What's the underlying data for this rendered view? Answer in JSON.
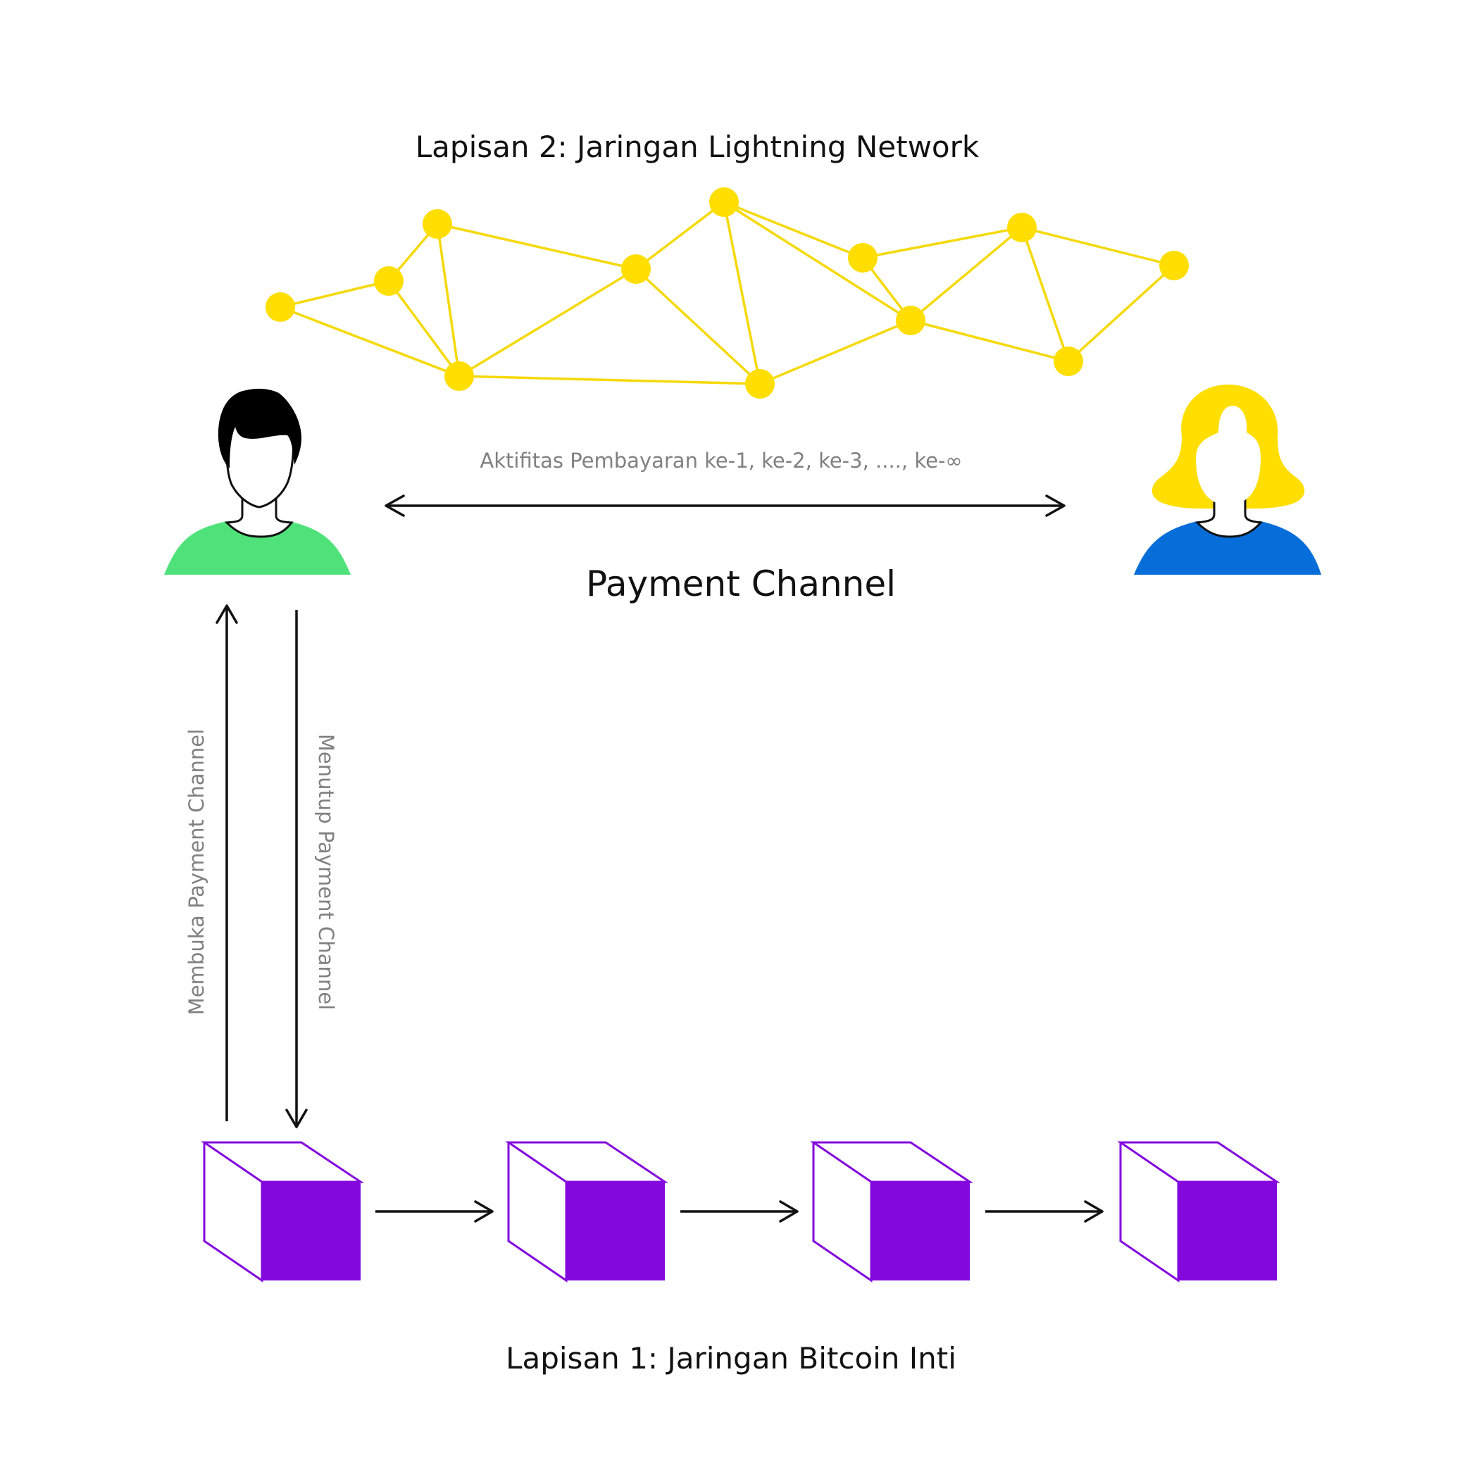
{
  "layer2_title": "Lapisan 2: Jaringan Lightning Network",
  "layer1_title": "Lapisan 1: Jaringan Bitcoin Inti",
  "payment_activity_label": "Aktifitas Pembayaran ke-1, ke-2, ke-3, ...., ke-∞",
  "payment_channel_label": "Payment Channel",
  "open_channel_label": "Membuka Payment Channel",
  "close_channel_label": "Menutup Payment Channel",
  "block_count": 4,
  "colors": {
    "network_node": "#ffde00",
    "network_edge": "#f5d90a",
    "block": "#8308de",
    "user_left_shirt": "#50e27a",
    "user_right_shirt": "#066dd9",
    "user_right_hair": "#ffde00",
    "user_left_hair": "#000000",
    "label_gray": "#808080"
  },
  "icons": {
    "network": "lightning-network-graph",
    "left_user": "male-user-avatar",
    "right_user": "female-user-avatar",
    "blocks": "bitcoin-block-cube"
  }
}
